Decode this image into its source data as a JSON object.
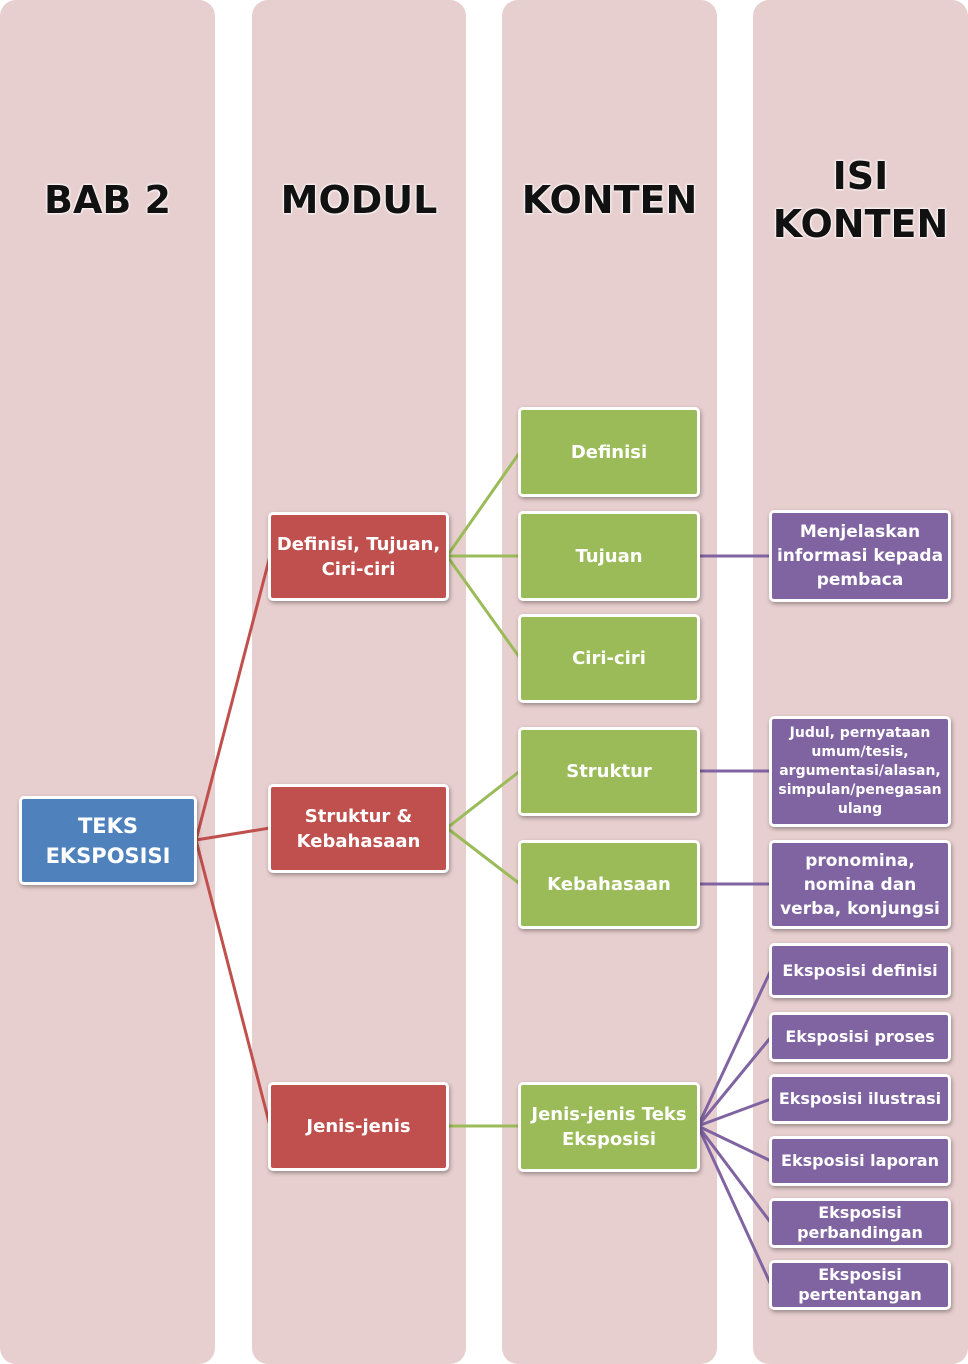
{
  "columns": {
    "bab": "BAB 2",
    "modul": "MODUL",
    "konten": "KONTEN",
    "isi_konten": "ISI\nKONTEN"
  },
  "root": "TEKS\nEKSPOSISI",
  "modul": {
    "m1": "Definisi, Tujuan,\nCiri-ciri",
    "m2": "Struktur &\nKebahasaan",
    "m3": "Jenis-jenis"
  },
  "konten": {
    "definisi": "Definisi",
    "tujuan": "Tujuan",
    "ciri": "Ciri-ciri",
    "struktur": "Struktur",
    "kebahasaan": "Kebahasaan",
    "jenis": "Jenis-jenis Teks\nEksposisi"
  },
  "isi": {
    "tujuan": "Menjelaskan\ninformasi kepada\npembaca",
    "struktur": "Judul, pernyataan\numum/tesis,\nargumentasi/alasan,\nsimpulan/penegasan\nulang",
    "kebahasaan": "pronomina,\nnomina dan\nverba, konjungsi",
    "j1": "Eksposisi definisi",
    "j2": "Eksposisi proses",
    "j3": "Eksposisi ilustrasi",
    "j4": "Eksposisi laporan",
    "j5": "Eksposisi\nperbandingan",
    "j6": "Eksposisi\npertentangan"
  },
  "colors": {
    "column_bg": "#e8cfcf",
    "root": "#4f81bd",
    "modul": "#c0504d",
    "konten": "#9bbb59",
    "isi": "#8064a2"
  }
}
